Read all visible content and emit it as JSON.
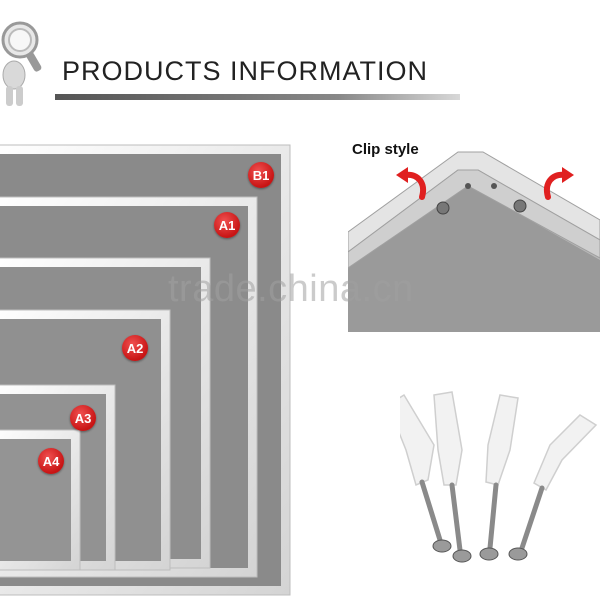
{
  "header": {
    "title": "PRODUCTS INFORMATION"
  },
  "frames": {
    "sizes": [
      {
        "label": "B1"
      },
      {
        "label": "A1"
      },
      {
        "label": "A2"
      },
      {
        "label": "A3"
      },
      {
        "label": "A4"
      }
    ],
    "badge_color": "#d01818",
    "frame_color": "#eeeeee",
    "poster_color": "#8a8a8a"
  },
  "clip": {
    "label": "Clip style",
    "arrow_color": "#e02020"
  },
  "watermark": {
    "text": "trade.china.cn"
  },
  "icons": {
    "mascot": "mascot-magnifier-icon",
    "arrow": "curved-arrow-icon",
    "anchor": "wall-anchor-screw-icon"
  }
}
